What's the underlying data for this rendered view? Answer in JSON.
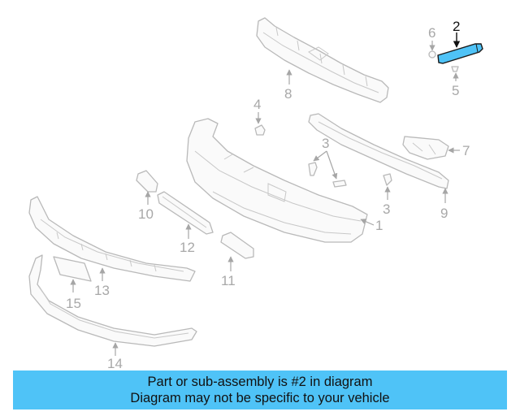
{
  "callouts": {
    "c1": "1",
    "c2": "2",
    "c3a": "3",
    "c3b": "3",
    "c4": "4",
    "c5": "5",
    "c6": "6",
    "c7": "7",
    "c8": "8",
    "c9": "9",
    "c10": "10",
    "c11": "11",
    "c12": "12",
    "c13": "13",
    "c14": "14",
    "c15": "15"
  },
  "highlight": {
    "part": "2",
    "color": "#4fc3f7"
  },
  "banner": {
    "line1": "Part or sub-assembly is #2 in diagram",
    "line2": "Diagram may not be specific to your vehicle",
    "background": "#4fc3f7"
  }
}
